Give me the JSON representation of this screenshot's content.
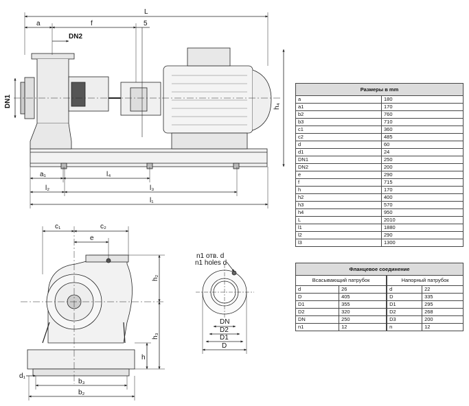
{
  "dimensions_table": {
    "title": "Размеры в mm",
    "rows": [
      {
        "key": "a",
        "value": "180"
      },
      {
        "key": "a1",
        "value": "170"
      },
      {
        "key": "b2",
        "value": "760"
      },
      {
        "key": "b3",
        "value": "710"
      },
      {
        "key": "c1",
        "value": "360"
      },
      {
        "key": "c2",
        "value": "485"
      },
      {
        "key": "d",
        "value": "60"
      },
      {
        "key": "d1",
        "value": "24"
      },
      {
        "key": "DN1",
        "value": "250"
      },
      {
        "key": "DN2",
        "value": "200"
      },
      {
        "key": "e",
        "value": "290"
      },
      {
        "key": "f",
        "value": "715"
      },
      {
        "key": "h",
        "value": "170"
      },
      {
        "key": "h2",
        "value": "400"
      },
      {
        "key": "h3",
        "value": "570"
      },
      {
        "key": "h4",
        "value": "950"
      },
      {
        "key": "L",
        "value": "2010"
      },
      {
        "key": "l1",
        "value": "1880"
      },
      {
        "key": "l2",
        "value": "290"
      },
      {
        "key": "l3",
        "value": "1300"
      }
    ]
  },
  "flange_table": {
    "title": "Фланцевое соединение",
    "suction_header": "Всасывающий патрубок",
    "discharge_header": "Напорный патрубок",
    "rows": [
      {
        "s_key": "d",
        "s_val": "26",
        "d_key": "d",
        "d_val": "22"
      },
      {
        "s_key": "D",
        "s_val": "405",
        "d_key": "D",
        "d_val": "335"
      },
      {
        "s_key": "D1",
        "s_val": "355",
        "d_key": "D1",
        "d_val": "295"
      },
      {
        "s_key": "D2",
        "s_val": "320",
        "d_key": "D2",
        "d_val": "268"
      },
      {
        "s_key": "DN",
        "s_val": "250",
        "d_key": "D3",
        "d_val": "200"
      },
      {
        "s_key": "n1",
        "s_val": "12",
        "d_key": "n",
        "d_val": "12"
      }
    ]
  },
  "drawing_labels": {
    "L": "L",
    "a": "a",
    "f": "f",
    "five": "5",
    "DN2": "DN2",
    "DN1": "DN1",
    "h4": "h₄",
    "a1": "a₁",
    "l4": "l₄",
    "l2": "l₂",
    "l3": "l₃",
    "l1": "l₁",
    "c1": "c₁",
    "c2": "c₂",
    "e": "e",
    "h2": "h₂",
    "h3": "h₃",
    "h": "h",
    "d1": "d₁",
    "b3": "b₃",
    "b2": "b₂",
    "holes_ru": "n1 отв. d",
    "holes_en": "n1 holes d",
    "DN": "DN",
    "D2": "D2",
    "D1": "D1",
    "D": "D"
  }
}
